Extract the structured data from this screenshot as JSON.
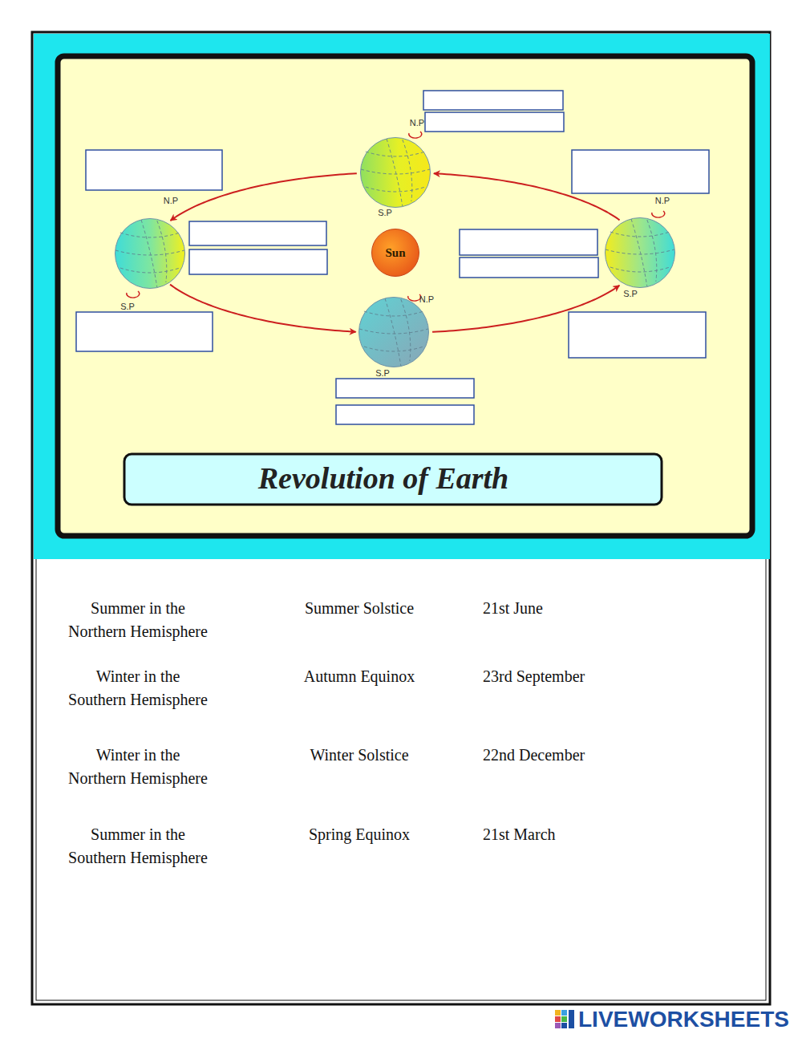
{
  "diagram": {
    "title": "Revolution of Earth",
    "nodes": [
      {
        "text": [
          "N.P",
          "S.P"
        ]
      },
      {
        "text": [
          "N.P",
          "S.P"
        ]
      },
      {
        "text": [
          "Sun"
        ]
      },
      {
        "text": [
          "N.P",
          "S.P"
        ]
      },
      {
        "text": [
          "N.P",
          "S.P"
        ]
      }
    ],
    "edges": [
      {
        "from": 3,
        "to": 0,
        "arrow": "to"
      },
      {
        "from": 0,
        "to": 1,
        "arrow": "to"
      },
      {
        "from": 1,
        "to": 4,
        "arrow": "to"
      },
      {
        "from": 4,
        "to": 3,
        "arrow": "to"
      }
    ],
    "labels": [
      "Summer in the Northern Hemisphere",
      "Summer Solstice",
      "21st June",
      "Winter in the Southern Hemisphere",
      "Autumn Equinox",
      "23rd September",
      "Winter in the Northern Hemisphere",
      "Winter Solstice",
      "22nd December",
      "Summer in the Southern Hemisphere",
      "Spring Equinox",
      "21st March",
      "LIVEWORKSHEETS"
    ]
  }
}
